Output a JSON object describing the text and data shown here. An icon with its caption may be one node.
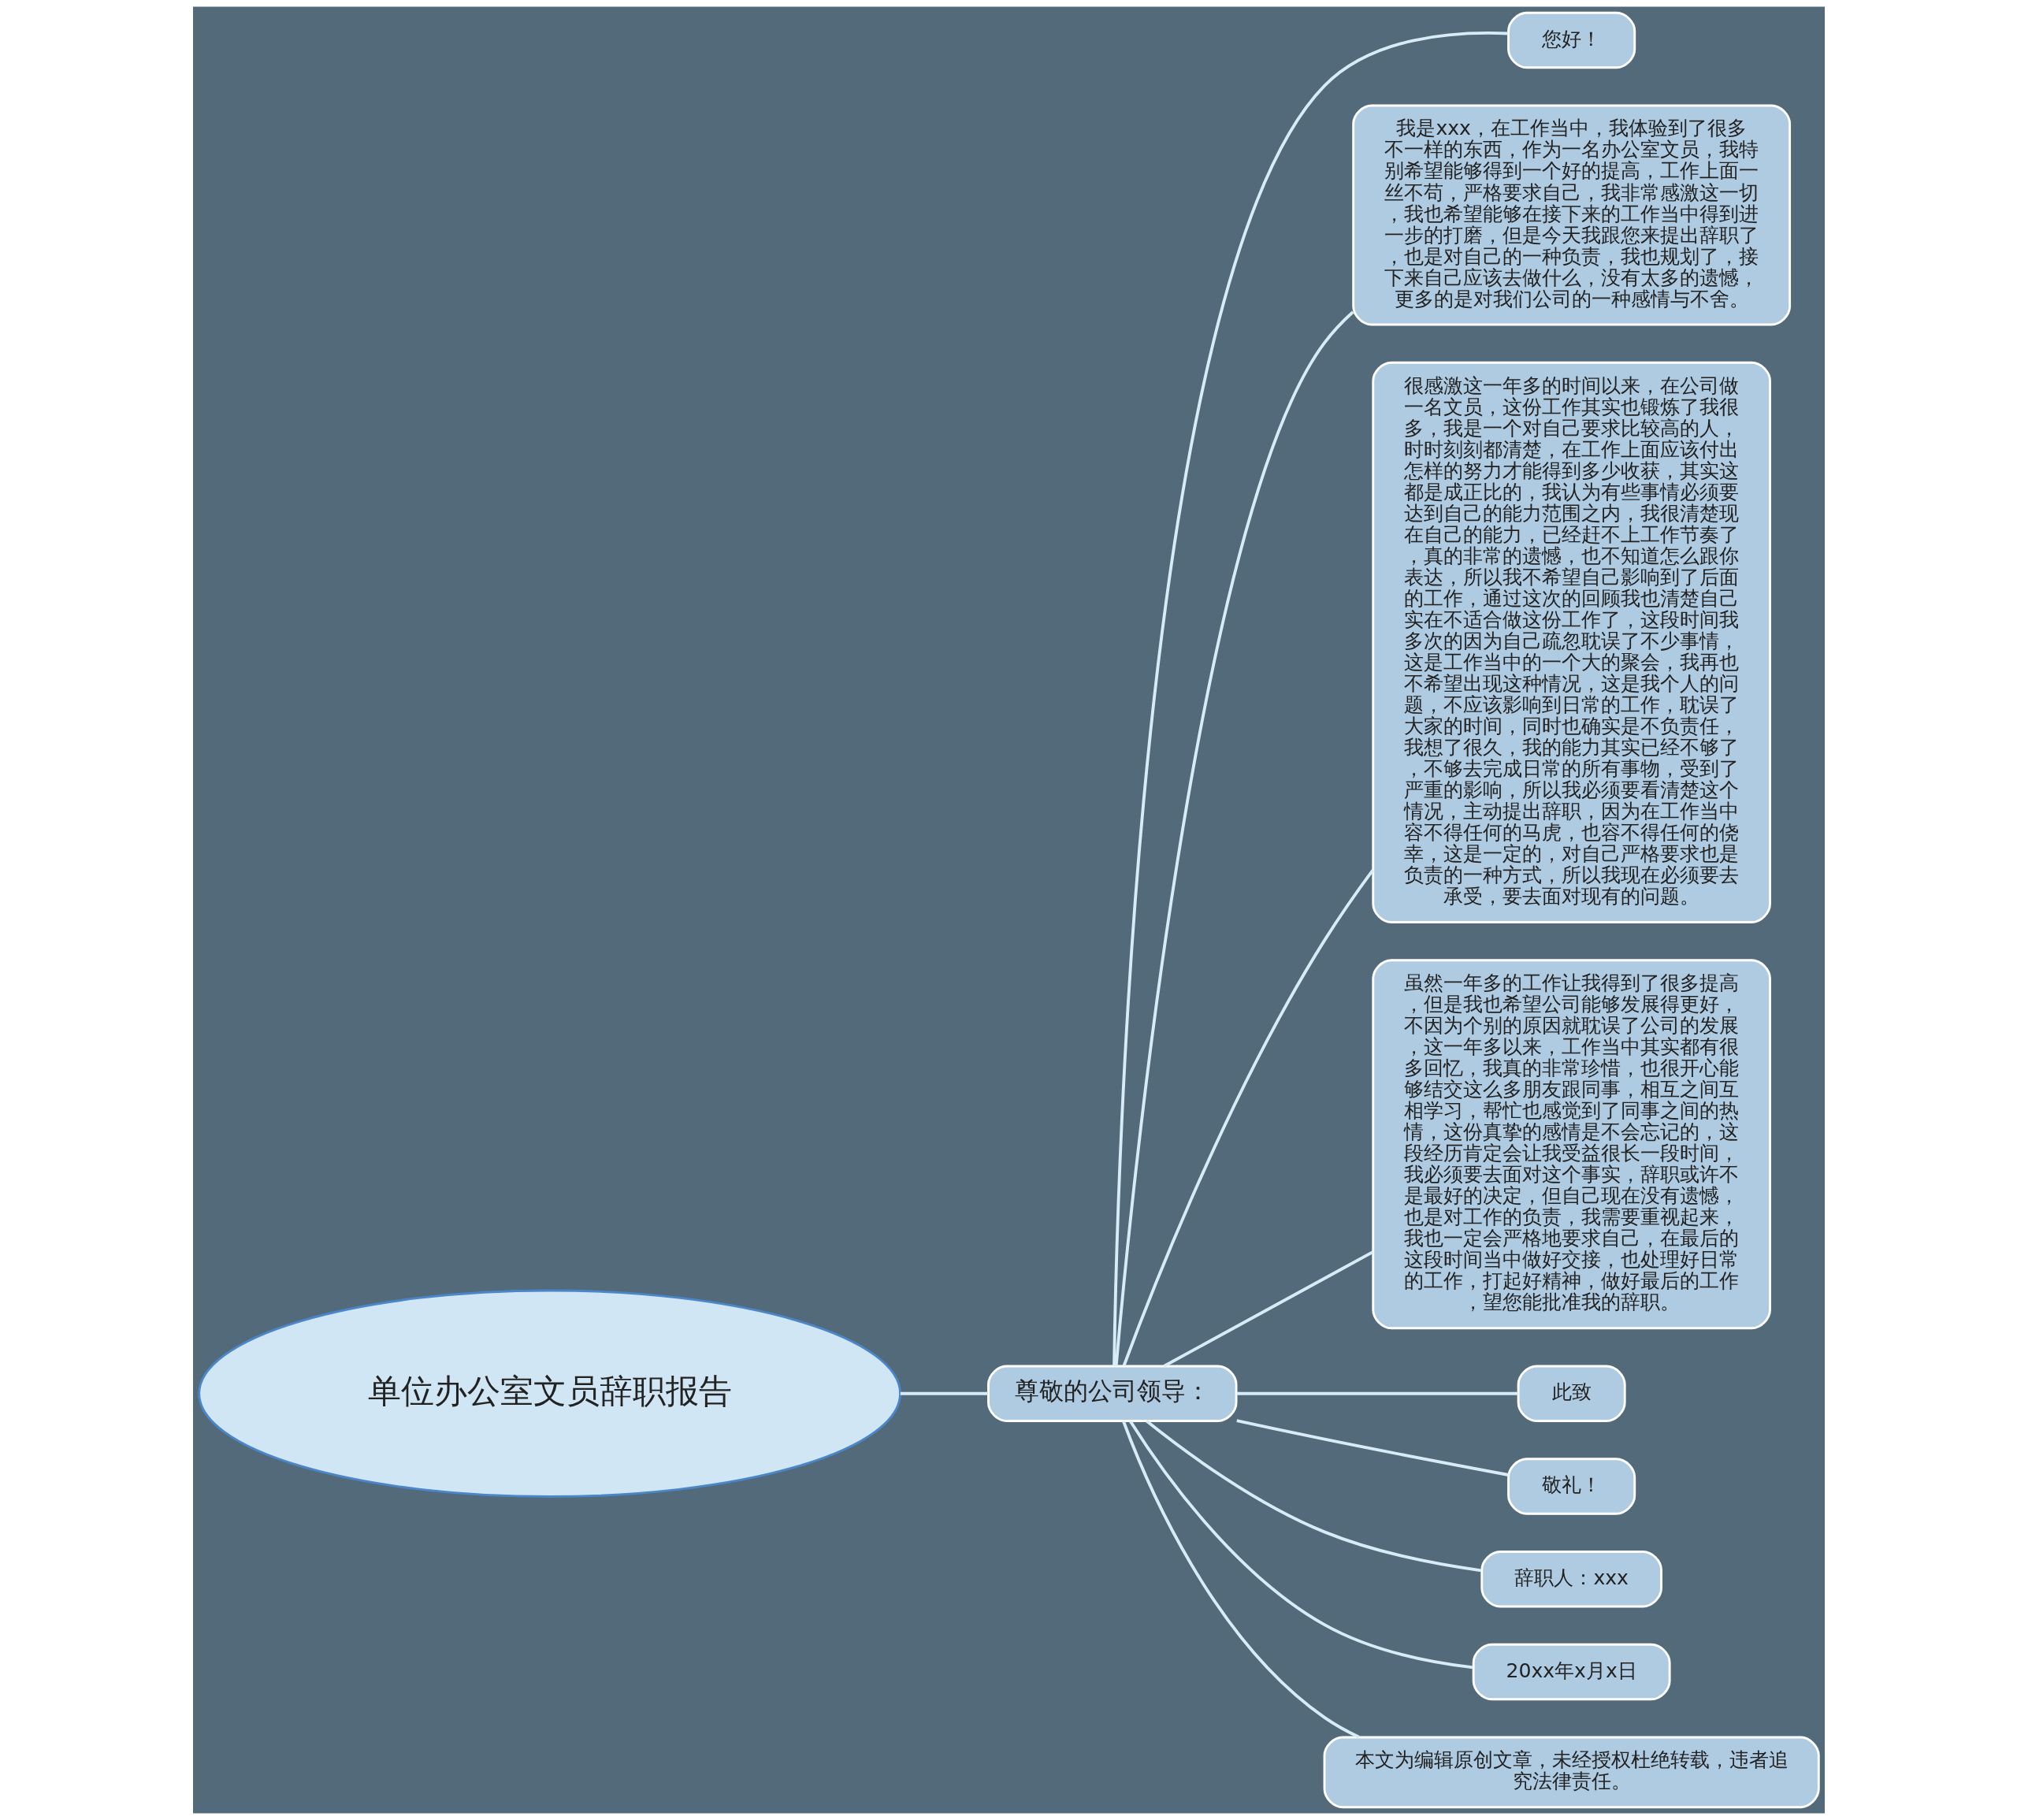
{
  "diagram": {
    "nodes": [
      {
        "text": [
          "单位办公室文员辞职报告"
        ]
      },
      {
        "text": [
          "尊敬的公司领导："
        ]
      },
      {
        "text": [
          "您好！"
        ]
      },
      {
        "text": [
          "我是xxx，在工作当中，我体验到了很多不一样的东西，作为一名办公室文员，我特别希望能够得到一个好的提高，工作上面一丝不苟，严格要求自己，我非常感激这一切，我也希望能够在接下来的工作当中得到进一步的打磨，但是今天我跟您来提出辞职了，也是对自己的一种负责，我也规划了，接下来自己应该去做什么，没有太多的遗憾，更多的是对我们公司的一种感情与不舍。"
        ]
      },
      {
        "text": [
          "很感激这一年多的时间以来，在公司做一名文员，这份工作其实也锻炼了我很多，我是一个对自己要求比较高的人，时时刻刻都清楚，在工作上面应该付出怎样的努力才能得到多少收获，其实这都是成正比的，我认为有些事情必须要达到自己的能力范围之内，我很清楚现在自己的能力，已经赶不上工作节奏了，真的非常的遗憾，也不知道怎么跟你表达，所以我不希望自己影响到了后面的工作，通过这次的回顾我也清楚自己实在不适合做这份工作了，这段时间我多次的因为自己疏忽耽误了不少事情，这是工作当中的一个大的聚会，我再也不希望出现这种情况，这是我个人的问题，不应该影响到日常的工作，耽误了大家的时间，同时也确实是不负责任，我想了很久，我的能力其实已经不够了，不够去完成日常的所有事物，受到了严重的影响，所以我必须要看清楚这个情况，主动提出辞职，因为在工作当中容不得任何的马虎，也容不得任何的侥幸，这是一定的，对自己严格要求也是负责的一种方式，所以我现在必须要去承受，要去面对现有的问题。"
        ]
      },
      {
        "text": [
          "虽然一年多的工作让我得到了很多提高，但是我也希望公司能够发展得更好，不因为个别的原因就耽误了公司的发展，这一年多以来，工作当中其实都有很多回忆，我真的非常珍惜，也很开心能够结交这么多朋友跟同事，相互之间互相学习，帮忙也感觉到了同事之间的热情，这份真挚的感情是不会忘记的，这段经历肯定会让我受益很长一段时间，我必须要去面对这个事实，辞职或许不是最好的决定，但自己现在没有遗憾，也是对工作的负责，我需要重视起来，我也一定会严格地要求自己，在最后的这段时间当中做好交接，也处理好日常的工作，打起好精神，做好最后的工作，望您能批准我的辞职。"
        ]
      },
      {
        "text": [
          "此致"
        ]
      },
      {
        "text": [
          "敬礼！"
        ]
      },
      {
        "text": [
          "辞职人：xxx"
        ]
      },
      {
        "text": [
          "20xx年x月x日"
        ]
      },
      {
        "text": [
          "本文为编辑原创文章，未经授权杜绝转载，违者追究法律责任。"
        ]
      }
    ],
    "edges": [
      {
        "from": 0,
        "to": 1,
        "arrow": "none"
      },
      {
        "from": 1,
        "to": 2,
        "arrow": "none"
      },
      {
        "from": 1,
        "to": 3,
        "arrow": "none"
      },
      {
        "from": 1,
        "to": 4,
        "arrow": "none"
      },
      {
        "from": 1,
        "to": 5,
        "arrow": "none"
      },
      {
        "from": 1,
        "to": 6,
        "arrow": "none"
      },
      {
        "from": 1,
        "to": 7,
        "arrow": "none"
      },
      {
        "from": 1,
        "to": 8,
        "arrow": "none"
      },
      {
        "from": 1,
        "to": 9,
        "arrow": "none"
      },
      {
        "from": 1,
        "to": 10,
        "arrow": "none"
      }
    ]
  }
}
